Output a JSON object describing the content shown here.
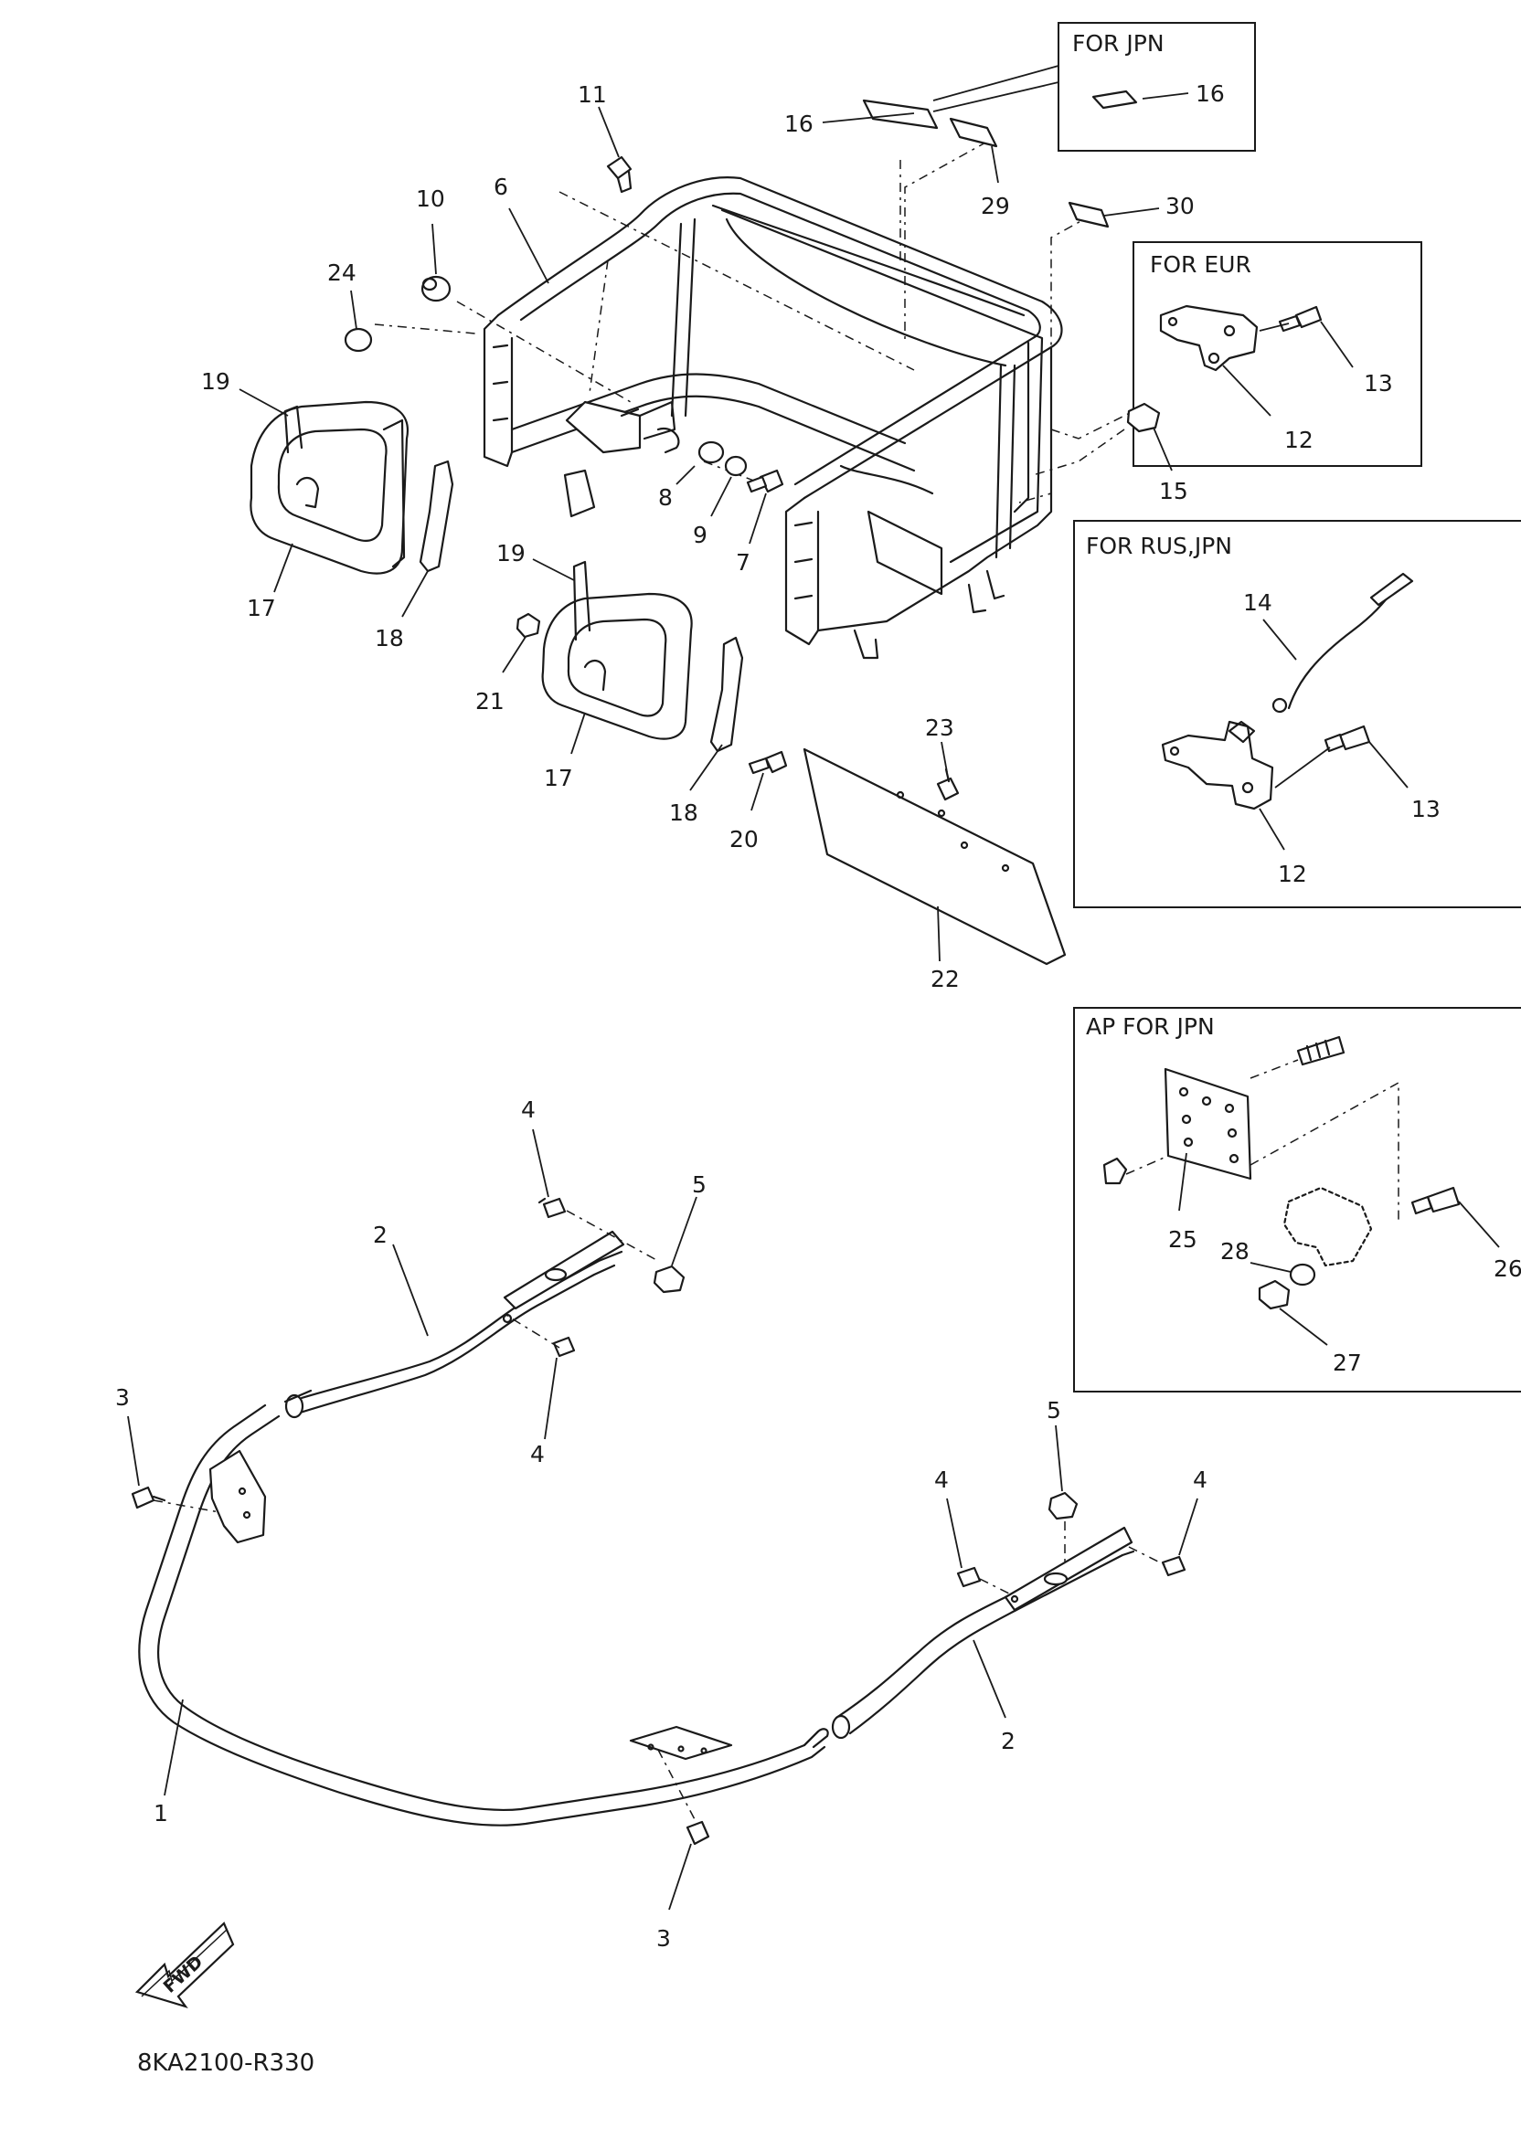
{
  "diagram_code": "8KA2100-R330",
  "fwd_label": "FWD",
  "panels": {
    "jpn": "FOR JPN",
    "eur": "FOR EUR",
    "rus_jpn": "FOR RUS,JPN",
    "ap_jpn": "AP FOR JPN"
  },
  "callouts": {
    "c1": "1",
    "c2a": "2",
    "c2b": "2",
    "c3a": "3",
    "c3b": "3",
    "c4a": "4",
    "c4b": "4",
    "c4c": "4",
    "c4d": "4",
    "c5a": "5",
    "c5b": "5",
    "c6": "6",
    "c7": "7",
    "c8": "8",
    "c9": "9",
    "c10": "10",
    "c11": "11",
    "c12a": "12",
    "c12b": "12",
    "c13a": "13",
    "c13b": "13",
    "c14": "14",
    "c15": "15",
    "c16a": "16",
    "c16b": "16",
    "c17a": "17",
    "c17b": "17",
    "c18a": "18",
    "c18b": "18",
    "c19a": "19",
    "c19b": "19",
    "c20": "20",
    "c21": "21",
    "c22": "22",
    "c23": "23",
    "c24": "24",
    "c25": "25",
    "c26": "26",
    "c27": "27",
    "c28": "28",
    "c29": "29",
    "c30": "30"
  }
}
